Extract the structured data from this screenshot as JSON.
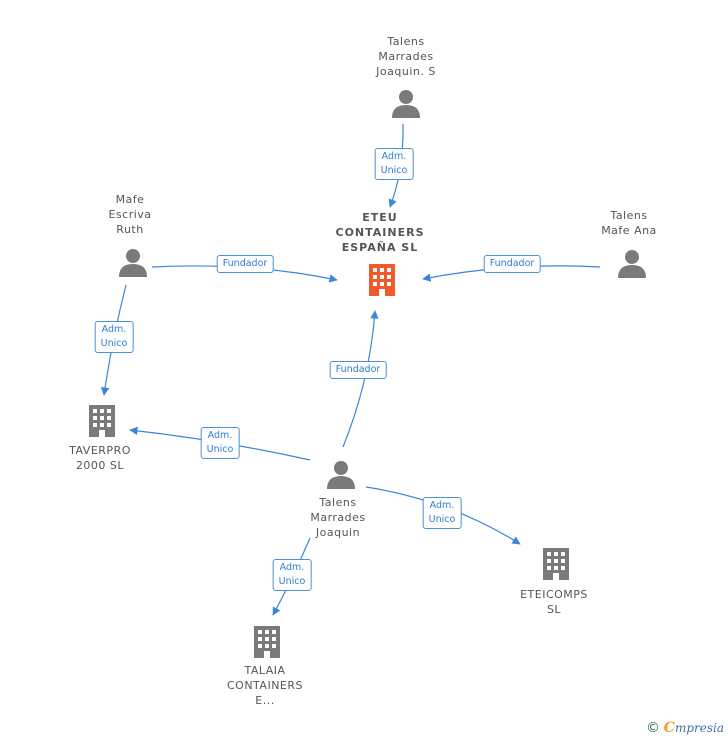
{
  "colors": {
    "edge": "#3d85d8",
    "person": "#7a7a7a",
    "company": "#7a7a7a",
    "central": "#f05a28",
    "label_border": "#4a90d9"
  },
  "nodes": {
    "central": {
      "label": "ETEU\nCONTAINERS\nESPAÑA  SL",
      "icon": "building-icon"
    },
    "talens_marrades_s": {
      "label": "Talens\nMarrades\nJoaquin.  S",
      "icon": "person-icon"
    },
    "mafe_escriva": {
      "label": "Mafe\nEscriva\nRuth",
      "icon": "person-icon"
    },
    "talens_mafe": {
      "label": "Talens\nMafe Ana",
      "icon": "person-icon"
    },
    "taverpro": {
      "label": "TAVERPRO\n2000 SL",
      "icon": "building-icon"
    },
    "talens_marrades": {
      "label": "Talens\nMarrades\nJoaquin",
      "icon": "person-icon"
    },
    "eteicomps": {
      "label": "ETEICOMPS\nSL",
      "icon": "building-icon"
    },
    "talaia": {
      "label": "TALAIA\nCONTAINERS\nE...",
      "icon": "building-icon"
    }
  },
  "edges": [
    {
      "id": "e1",
      "label": "Adm.\nUnico"
    },
    {
      "id": "e2",
      "label": "Fundador"
    },
    {
      "id": "e3",
      "label": "Fundador"
    },
    {
      "id": "e4",
      "label": "Adm.\nUnico"
    },
    {
      "id": "e5",
      "label": "Fundador"
    },
    {
      "id": "e6",
      "label": "Adm.\nUnico"
    },
    {
      "id": "e7",
      "label": "Adm.\nUnico"
    },
    {
      "id": "e8",
      "label": "Adm.\nUnico"
    }
  ],
  "footer": {
    "symbol": "©",
    "brand_first": "C",
    "brand_rest": "mpresia"
  }
}
